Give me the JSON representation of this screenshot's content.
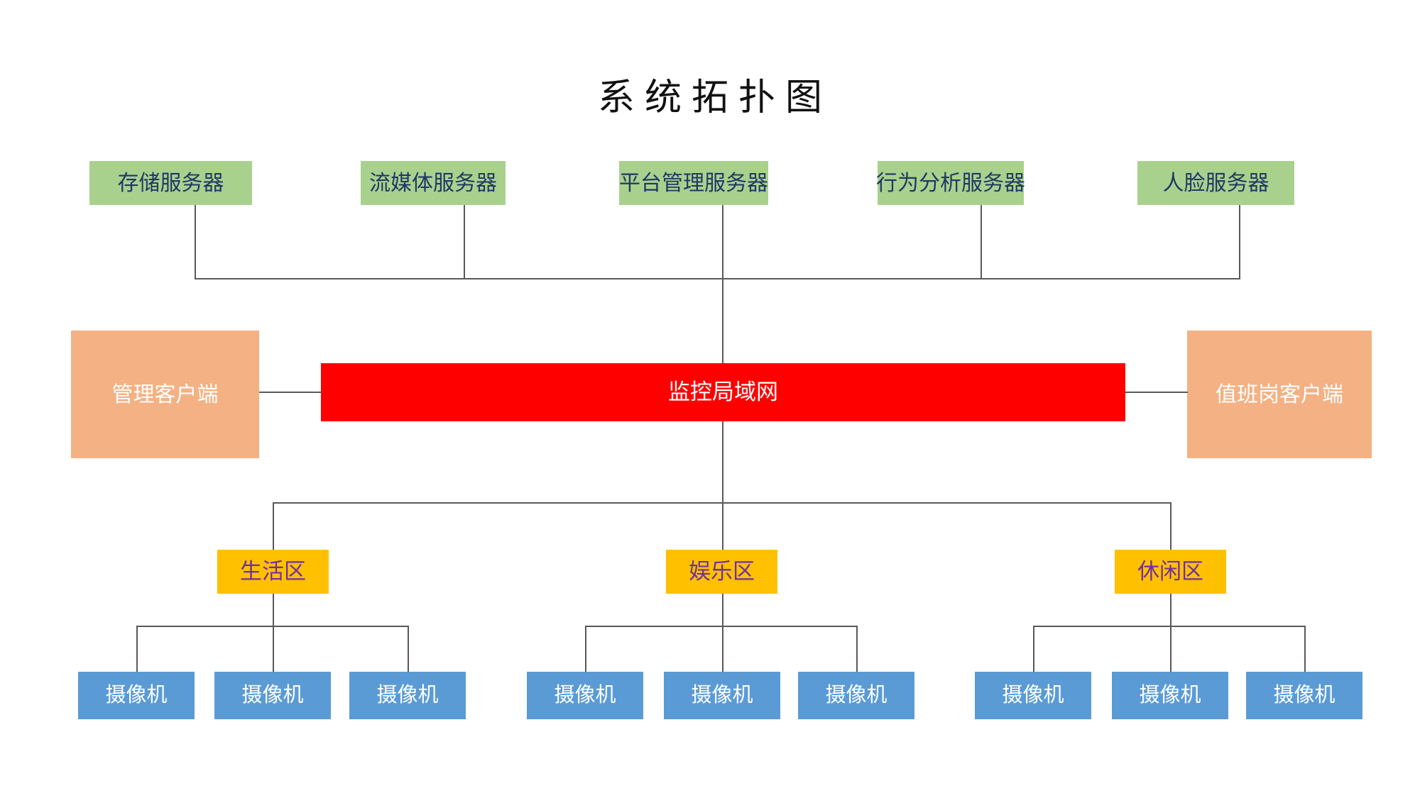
{
  "diagram": {
    "title": "系统拓扑图",
    "type": "network-topology",
    "background": "#FFFFFF",
    "colors": {
      "server_fill": "#A9D18E",
      "server_text": "#1F3864",
      "client_fill": "#F4B183",
      "client_text": "#FFFFFF",
      "lan_fill": "#FF0000",
      "lan_text": "#FFFFFF",
      "zone_fill": "#FFC000",
      "zone_text": "#7030A0",
      "camera_fill": "#5B9BD5",
      "camera_text": "#FFFFFF",
      "connector": "#595959",
      "title_text": "#111111"
    },
    "servers": [
      {
        "label": "存储服务器"
      },
      {
        "label": "流媒体服务器"
      },
      {
        "label": "平台管理服务器"
      },
      {
        "label": "行为分析服务器"
      },
      {
        "label": "人脸服务器"
      }
    ],
    "clients": [
      {
        "label": "管理客户端"
      },
      {
        "label": "值班岗客户端"
      }
    ],
    "lan": {
      "label": "监控局域网"
    },
    "zones": [
      {
        "label": "生活区",
        "cameras": [
          {
            "label": "摄像机"
          },
          {
            "label": "摄像机"
          },
          {
            "label": "摄像机"
          }
        ]
      },
      {
        "label": "娱乐区",
        "cameras": [
          {
            "label": "摄像机"
          },
          {
            "label": "摄像机"
          },
          {
            "label": "摄像机"
          }
        ]
      },
      {
        "label": "休闲区",
        "cameras": [
          {
            "label": "摄像机"
          },
          {
            "label": "摄像机"
          },
          {
            "label": "摄像机"
          }
        ]
      }
    ]
  }
}
